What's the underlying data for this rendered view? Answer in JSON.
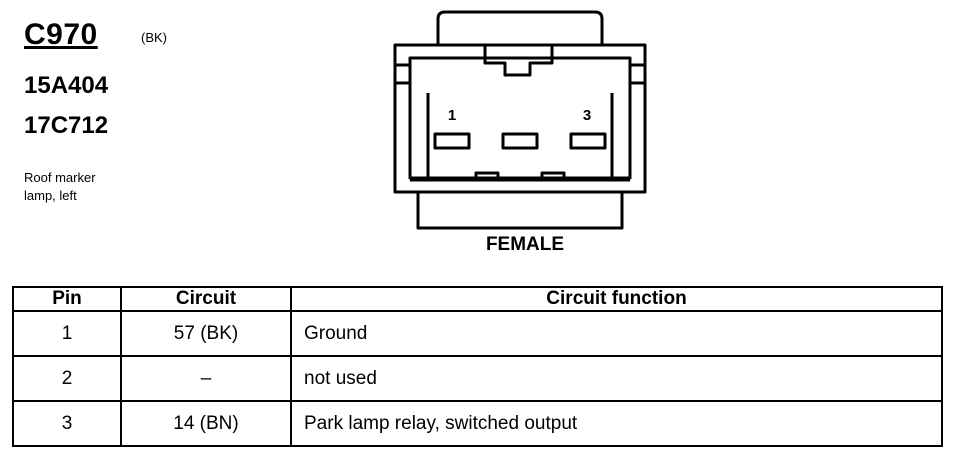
{
  "header": {
    "connector_id": "C970",
    "color_code": "(BK)",
    "part_numbers": [
      "15A404",
      "17C712"
    ],
    "description_lines": [
      "Roof marker",
      "lamp, left"
    ]
  },
  "connector": {
    "pin_labels": [
      "1",
      "3"
    ],
    "gender_label": "FEMALE"
  },
  "table": {
    "headers": {
      "pin": "Pin",
      "circuit": "Circuit",
      "function": "Circuit function"
    },
    "rows": [
      {
        "pin": "1",
        "circuit": "57 (BK)",
        "function": "Ground"
      },
      {
        "pin": "2",
        "circuit": "–",
        "function": "not used"
      },
      {
        "pin": "3",
        "circuit": "14 (BN)",
        "function": "Park lamp relay, switched output"
      }
    ]
  }
}
